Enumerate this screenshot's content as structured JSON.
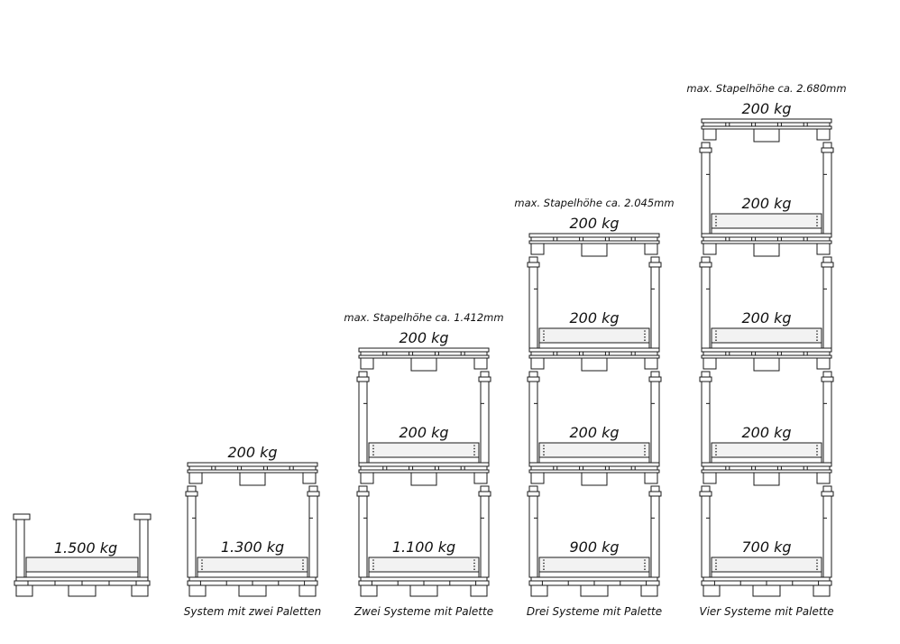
{
  "colors": {
    "line": "#1a1a1a",
    "fill": "#ffffff",
    "panel": "#f2f2f2"
  },
  "base": {
    "label": "1.500 kg"
  },
  "columns": [
    {
      "caption": "System mit zwei Paletten",
      "max_height": "",
      "top_label": "200 kg",
      "level_labels": [
        "1.300 kg"
      ]
    },
    {
      "caption": "Zwei Systeme mit Palette",
      "max_height": "max. Stapelhöhe ca. 1.412mm",
      "top_label": "200 kg",
      "level_labels": [
        "1.100 kg",
        "200 kg"
      ]
    },
    {
      "caption": "Drei Systeme mit Palette",
      "max_height": "max. Stapelhöhe ca. 2.045mm",
      "top_label": "200 kg",
      "level_labels": [
        "900 kg",
        "200 kg",
        "200 kg"
      ]
    },
    {
      "caption": "Vier Systeme mit Palette",
      "max_height": "max. Stapelhöhe ca. 2.680mm",
      "top_label": "200 kg",
      "level_labels": [
        "700 kg",
        "200 kg",
        "200 kg",
        "200 kg"
      ]
    }
  ]
}
